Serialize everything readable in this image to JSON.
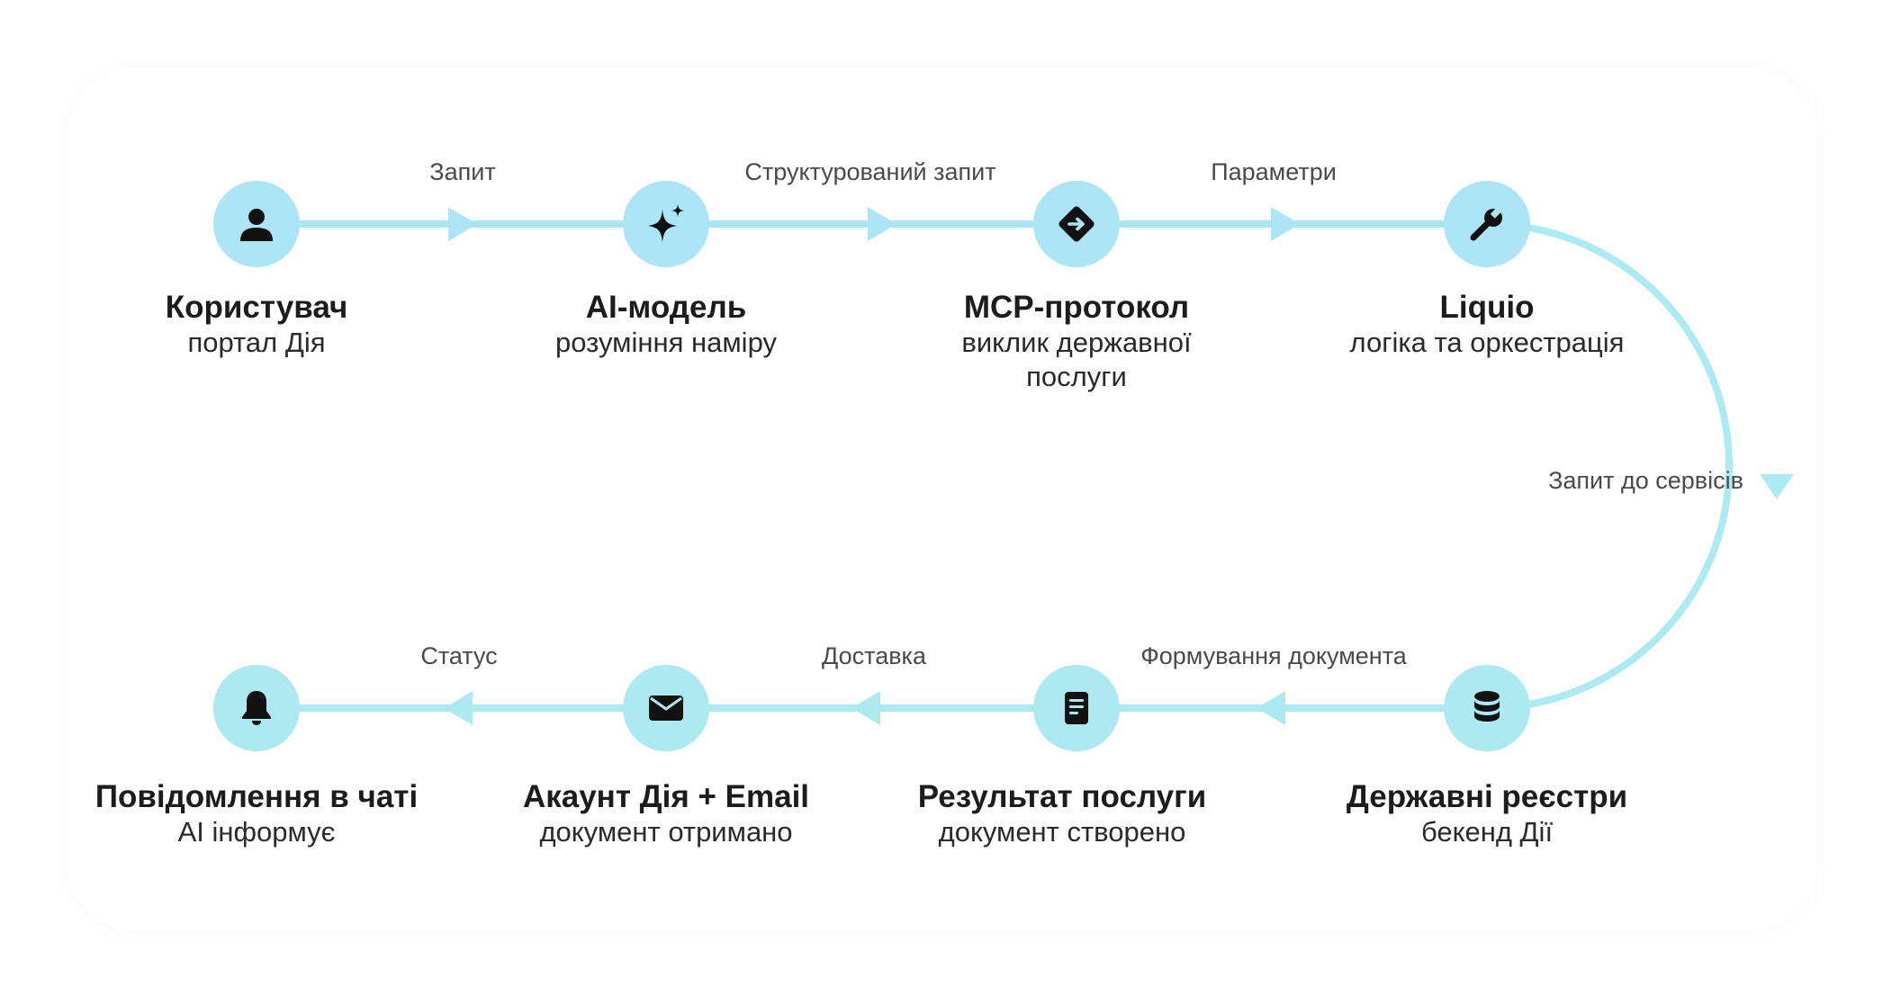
{
  "colors": {
    "top_flow": "#ace5f6",
    "bottom_flow": "#ace9f1",
    "icon": "#121212",
    "text": "#1c1c1c"
  },
  "nodes": [
    {
      "title": "Користувач",
      "subtitle": "портал Дія",
      "icon": "user-icon"
    },
    {
      "title": "AI-модель",
      "subtitle": "розуміння наміру",
      "icon": "sparkles-icon"
    },
    {
      "title": "MCP-протокол",
      "subtitle": "виклик державної послуги",
      "icon": "direction-arrow-icon"
    },
    {
      "title": "Liquio",
      "subtitle": "логіка та оркестрація",
      "icon": "wrench-icon"
    },
    {
      "title": "Державні реєстри",
      "subtitle": "бекенд Дії",
      "icon": "database-icon"
    },
    {
      "title": "Результат послуги",
      "subtitle": "документ створено",
      "icon": "document-icon"
    },
    {
      "title": "Акаунт Дія + Email",
      "subtitle": "документ отримано",
      "icon": "mail-icon"
    },
    {
      "title": "Повідомлення в чаті",
      "subtitle": "AI інформує",
      "icon": "bell-icon"
    }
  ],
  "edges": [
    {
      "label": "Запит"
    },
    {
      "label": "Структурований запит"
    },
    {
      "label": "Параметри"
    },
    {
      "label": "Запит до сервісів"
    },
    {
      "label": "Формування документа"
    },
    {
      "label": "Доставка"
    },
    {
      "label": "Статус"
    }
  ]
}
